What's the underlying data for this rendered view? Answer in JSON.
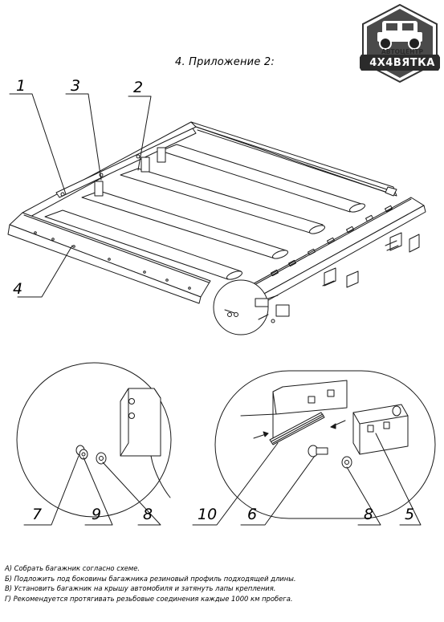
{
  "title": "4. Приложение 2:",
  "logo": {
    "top_text": "АВТОЦЕНТР",
    "main_text": "4X4ВЯТКА",
    "color": "#3a3a3a"
  },
  "callouts": {
    "c1": "1",
    "c2": "2",
    "c3": "3",
    "c4": "4",
    "c5": "5",
    "c6": "6",
    "c7": "7",
    "c8a": "8",
    "c8b": "8",
    "c9": "9",
    "c10": "10"
  },
  "notes": [
    "А) Собрать багажник согласно схеме.",
    "Б) Подложить под боковины багажника резиновый профиль подходящей длины.",
    "В) Установить багажник на крышу автомобиля и затянуть лапы крепления.",
    "Г) Рекомендуется протягивать резьбовые соединения каждые 1000 км пробега."
  ],
  "colors": {
    "line": "#1a1a1a",
    "background": "#ffffff"
  }
}
